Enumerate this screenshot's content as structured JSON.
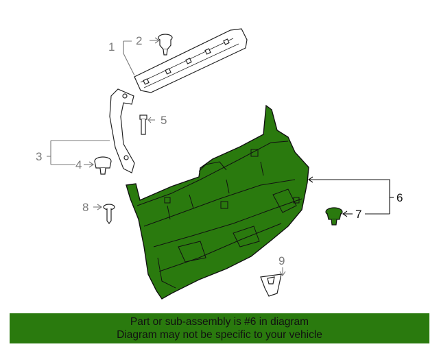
{
  "callouts": {
    "c1": "1",
    "c2": "2",
    "c3": "3",
    "c4": "4",
    "c5": "5",
    "c6": "6",
    "c7": "7",
    "c8": "8",
    "c9": "9"
  },
  "banner": {
    "line1": "Part or sub-assembly is #6 in diagram",
    "line2": "Diagram may not be specific to your vehicle"
  },
  "colors": {
    "highlight": "#2a7a0e",
    "line": "#222222",
    "callout_text": "#7a7a7a"
  }
}
